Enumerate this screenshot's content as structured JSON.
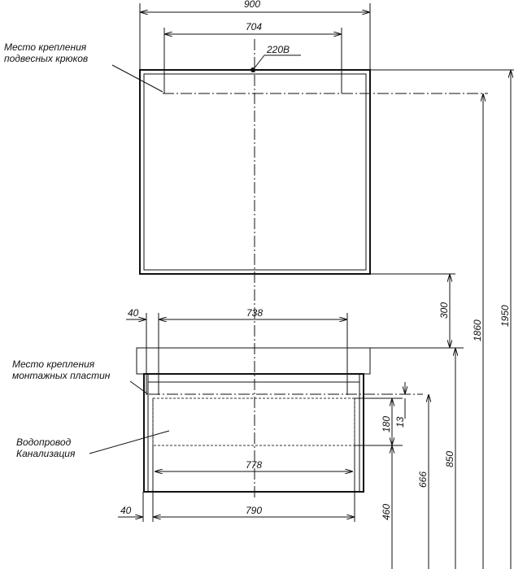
{
  "labels": {
    "hooks_line1": "Место крепления",
    "hooks_line2": "подвесных крюков",
    "plates_line1": "Место крепления",
    "plates_line2": "монтажных пластин",
    "pipes_line1": "Водопровод",
    "pipes_line2": "Канализация",
    "power": "220В"
  },
  "dimensions": {
    "mirror_width": "900",
    "hooks_spacing": "704",
    "plates_spacing": "738",
    "left_offset_top": "40",
    "zone_width": "778",
    "cabinet_width": "790",
    "left_offset_bottom": "40",
    "mirror_gap": "300",
    "hooks_height": "1860",
    "mirror_top": "1950",
    "countertop_height": "850",
    "plates_height": "666",
    "zone_bottom": "460",
    "zone_height": "180",
    "plates_offset": "13"
  }
}
